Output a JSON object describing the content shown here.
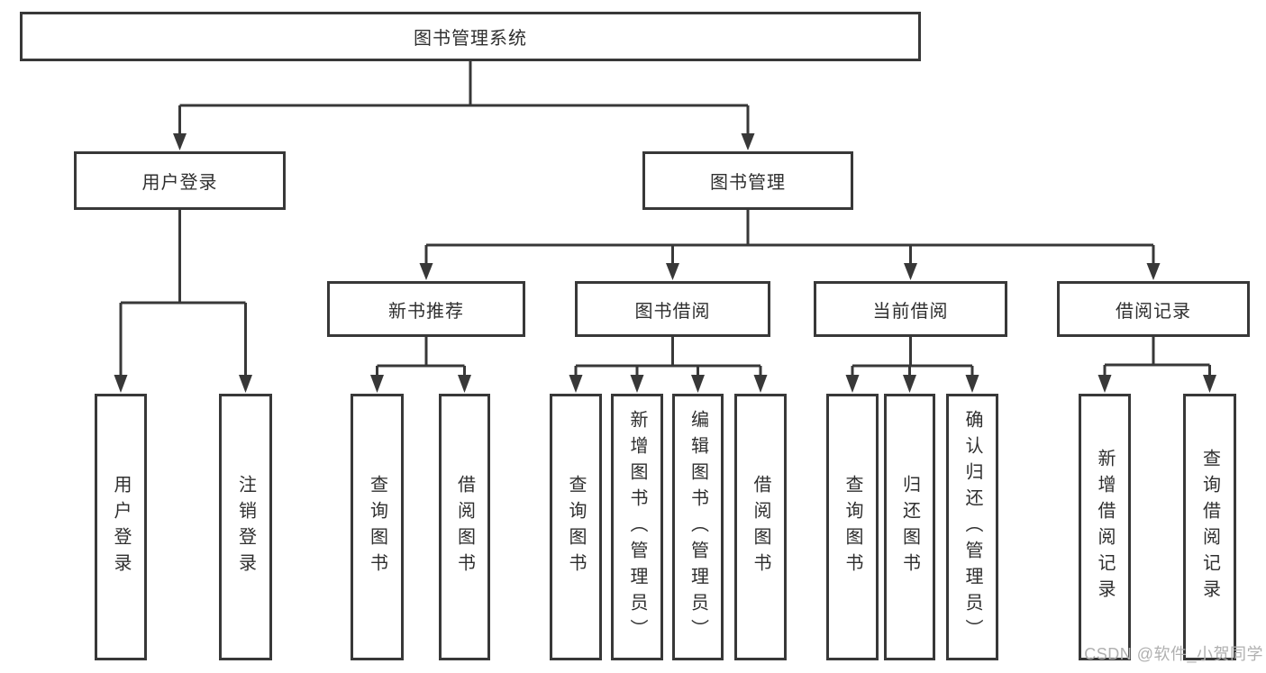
{
  "tree": {
    "label": "图书管理系统",
    "children": [
      {
        "label": "用户登录",
        "children": [
          {
            "label": "用户登录"
          },
          {
            "label": "注销登录"
          }
        ]
      },
      {
        "label": "图书管理",
        "children": [
          {
            "label": "新书推荐",
            "children": [
              {
                "label": "查询图书"
              },
              {
                "label": "借阅图书"
              }
            ]
          },
          {
            "label": "图书借阅",
            "children": [
              {
                "label": "查询图书"
              },
              {
                "label": "新增图书（管理员）"
              },
              {
                "label": "编辑图书（管理员）"
              },
              {
                "label": "借阅图书"
              }
            ]
          },
          {
            "label": "当前借阅",
            "children": [
              {
                "label": "查询图书"
              },
              {
                "label": "归还图书"
              },
              {
                "label": "确认归还（管理员）"
              }
            ]
          },
          {
            "label": "借阅记录",
            "children": [
              {
                "label": "新增借阅记录"
              },
              {
                "label": "查询借阅记录"
              }
            ]
          }
        ]
      }
    ]
  },
  "watermark": {
    "text": "CSDN @软件_小贺同学"
  },
  "colors": {
    "line": "#383838",
    "box_border": "#383838",
    "box_background": "#ffffff",
    "text": "#2f2f2f",
    "watermark": "#b0b0b0"
  }
}
